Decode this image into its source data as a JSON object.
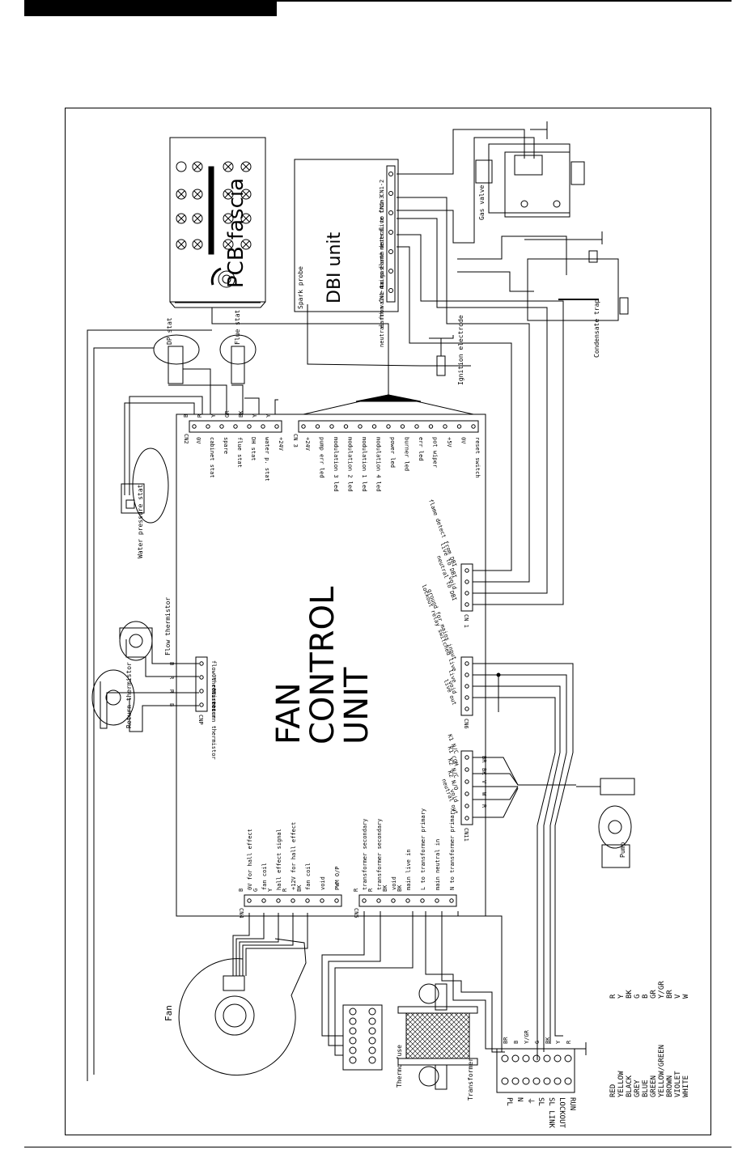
{
  "diagram": {
    "pcb_fascia": "PCB fascia",
    "dbi_unit": "DBI unit",
    "fan_control_unit": [
      "FAN",
      "CONTROL",
      "UNIT"
    ],
    "components": {
      "spark_probe": "Spark probe",
      "gas_valve": "Gas valve",
      "condensate_trap": "Condensate trap",
      "ignition_electrode": "Ignition electrode",
      "dp_stat": "DP stat",
      "flue_stat": "Flue stat",
      "water_pressure_stat": "Water pressure stat",
      "flow_thermistor": "Flow thermistor",
      "return_thermistor": "Return thermistor",
      "fan": "Fan",
      "pump": "Pump",
      "thermo_fuse": "Thermo fuse",
      "transformer": "Transformer"
    },
    "dbi_terminals": [
      "live from CN1-2",
      "neutral to CN1-3",
      "flame detect",
      "mains earth",
      "valve to gas",
      "earth",
      "neutral from CN1-4"
    ],
    "cn2": {
      "name": "CN2",
      "pins": [
        "0V",
        "cabinet stat",
        "spare",
        "flue stat",
        "DH stat",
        "water p. stat",
        "+24V"
      ],
      "wires": [
        "B",
        "R",
        "Y",
        "GR",
        "BK",
        "Y",
        "Y"
      ]
    },
    "cn3": {
      "name": "CN 3",
      "pins": [
        "+24V",
        "pump err led",
        "modulation 3 led",
        "modulation 2 led",
        "modulation 1 led",
        "modulation 4 led",
        "power led",
        "burner led",
        "err led",
        "pot wiper",
        "+5V",
        "0V",
        "reset switch"
      ]
    },
    "cn1": {
      "name": "CN 1",
      "pins": [
        "flame detect from DBI",
        "live to DBI",
        "void",
        "neutral to DBI"
      ]
    },
    "cn6": {
      "name": "CN6",
      "pins": [
        "ground for mains input",
        "lockout relay switched live",
        "live",
        "void",
        "live out"
      ]
    },
    "cn11": {
      "name": "CN11",
      "pins": [
        "K1 N/C",
        "K1 COM",
        "K2 N/C",
        "K2 N/O",
        "void",
        "neutral out"
      ],
      "wires": [
        "BR",
        "BK",
        "V",
        "W",
        "R"
      ]
    },
    "cnp": {
      "name": "CNP",
      "pins": [
        "flow thermistor",
        "0V return",
        "0V return",
        "return thermistor"
      ],
      "wires": [
        "B",
        "R",
        "R",
        "B"
      ]
    },
    "cn4": {
      "name": "CN4",
      "pins": [
        "0V for hall effect",
        "fan coil",
        "hall effect signal",
        "+12V for hall effect",
        "fan coil",
        "void",
        "PWM O/P"
      ],
      "wires": [
        "B",
        "G",
        "Y",
        "R",
        "BK"
      ]
    },
    "cn5": {
      "name": "CN5",
      "pins": [
        "transformer secondary",
        "transformer secondary",
        "void",
        "main live in",
        "L to transformer primary",
        "main neutral in",
        "N to transformer primary"
      ],
      "wires": [
        "R",
        "R",
        "BK",
        "BK"
      ]
    },
    "terminal_block": [
      "PL",
      "N",
      "⏚",
      "SL",
      "SL LINK",
      "LOCKOUT",
      "RUN"
    ],
    "terminal_wires": [
      "BR",
      "B",
      "Y/GR",
      "G",
      "BK",
      "Y",
      "R"
    ],
    "colour_key": [
      {
        "name": "RED",
        "code": "R"
      },
      {
        "name": "YELLOW",
        "code": "Y"
      },
      {
        "name": "BLACK",
        "code": "BK"
      },
      {
        "name": "GREY",
        "code": "G"
      },
      {
        "name": "BLUE",
        "code": "B"
      },
      {
        "name": "GREEN",
        "code": "GR"
      },
      {
        "name": "YELLOW/GREEN",
        "code": "Y/GR"
      },
      {
        "name": "BROWN",
        "code": "BR"
      },
      {
        "name": "VIOLET",
        "code": "V"
      },
      {
        "name": "WHITE",
        "code": "W"
      }
    ]
  }
}
